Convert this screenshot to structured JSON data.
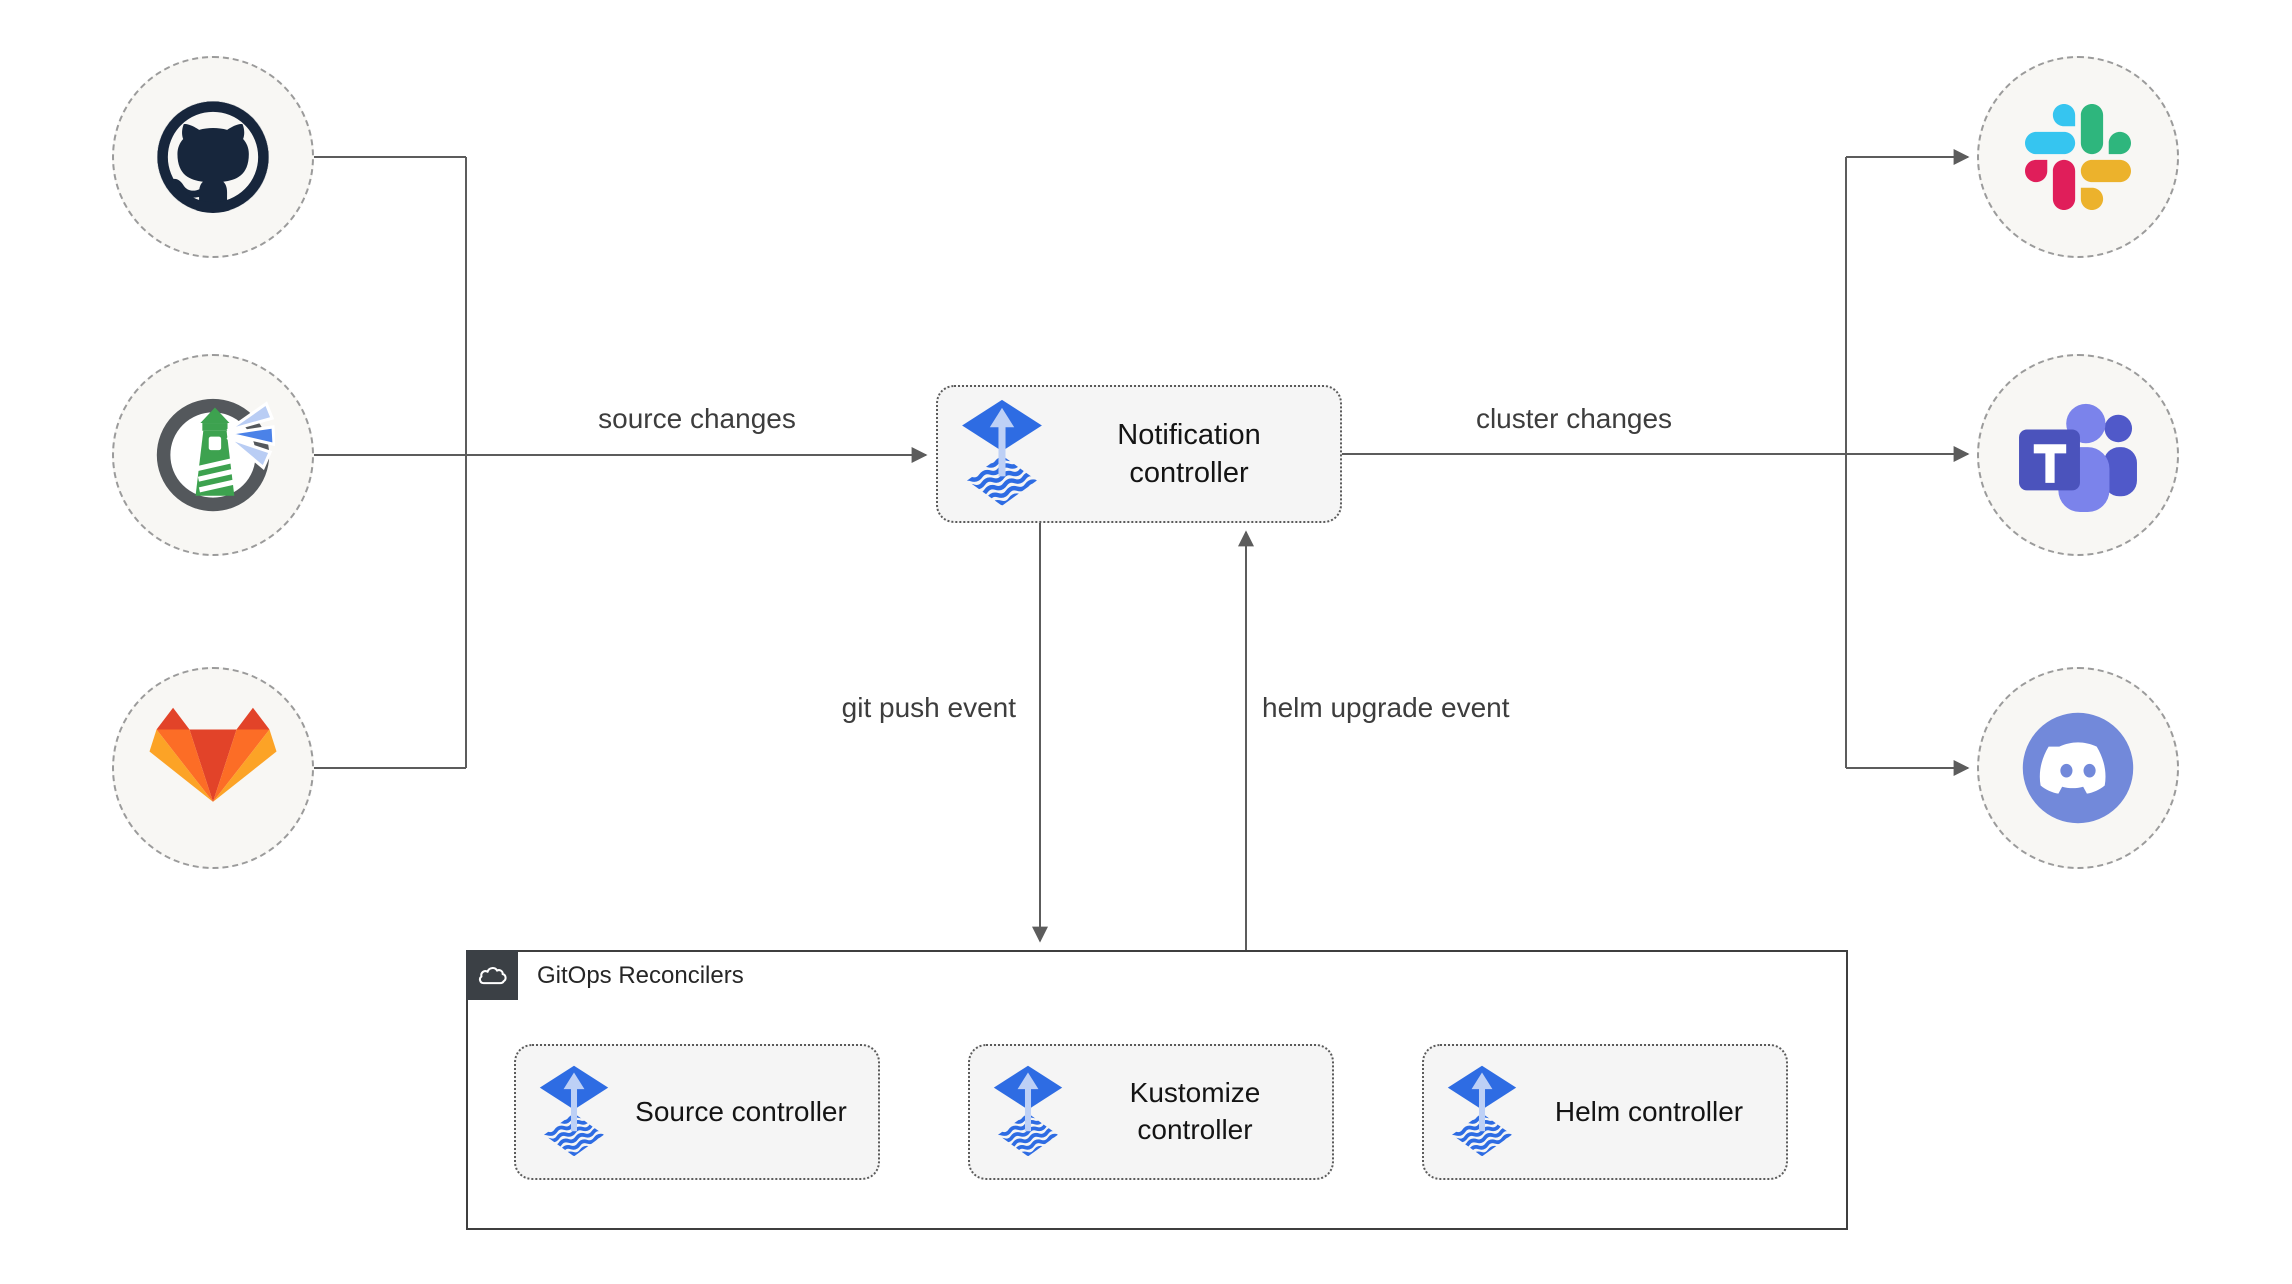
{
  "diagram": {
    "edge_labels": {
      "source_changes": "source changes",
      "cluster_changes": "cluster changes",
      "git_push": "git push event",
      "helm_upgrade": "helm upgrade event"
    },
    "notification_node": {
      "label": "Notification controller",
      "icon": "flux-icon"
    },
    "reconcilers_group": {
      "title": "GitOps Reconcilers",
      "icon": "cloud-icon",
      "nodes": [
        {
          "label": "Source controller",
          "icon": "flux-icon"
        },
        {
          "label": "Kustomize controller",
          "icon": "flux-icon"
        },
        {
          "label": "Helm controller",
          "icon": "flux-icon"
        }
      ]
    },
    "source_nodes": [
      {
        "id": "github",
        "icon": "github-icon"
      },
      {
        "id": "harbor",
        "icon": "harbor-icon"
      },
      {
        "id": "gitlab",
        "icon": "gitlab-icon"
      }
    ],
    "target_nodes": [
      {
        "id": "slack",
        "icon": "slack-icon"
      },
      {
        "id": "teams",
        "icon": "microsoft-teams-icon"
      },
      {
        "id": "discord",
        "icon": "discord-icon"
      }
    ],
    "colors": {
      "flux_blue": "#2e6ce3",
      "flux_arrow_light": "#bdd0f6",
      "line": "#5c5c5c",
      "node_fill": "#f5f5f5",
      "circle_fill": "#f8f7f4",
      "github_dark": "#17263c",
      "gitlab_red": "#e24329",
      "gitlab_orange": "#fc6d26",
      "gitlab_yellow": "#fca326",
      "slack_blue": "#36c5f0",
      "slack_green": "#2eb67d",
      "slack_red": "#e01e5a",
      "slack_yellow": "#ecb22c",
      "teams_tile": "#4b53bc",
      "teams_light": "#7b83eb",
      "teams_dark": "#5059c9",
      "harbor_green": "#3da24f",
      "harbor_gray": "#54585c",
      "discord_blurple": "#7289da",
      "badge_dark": "#3b4045"
    }
  }
}
